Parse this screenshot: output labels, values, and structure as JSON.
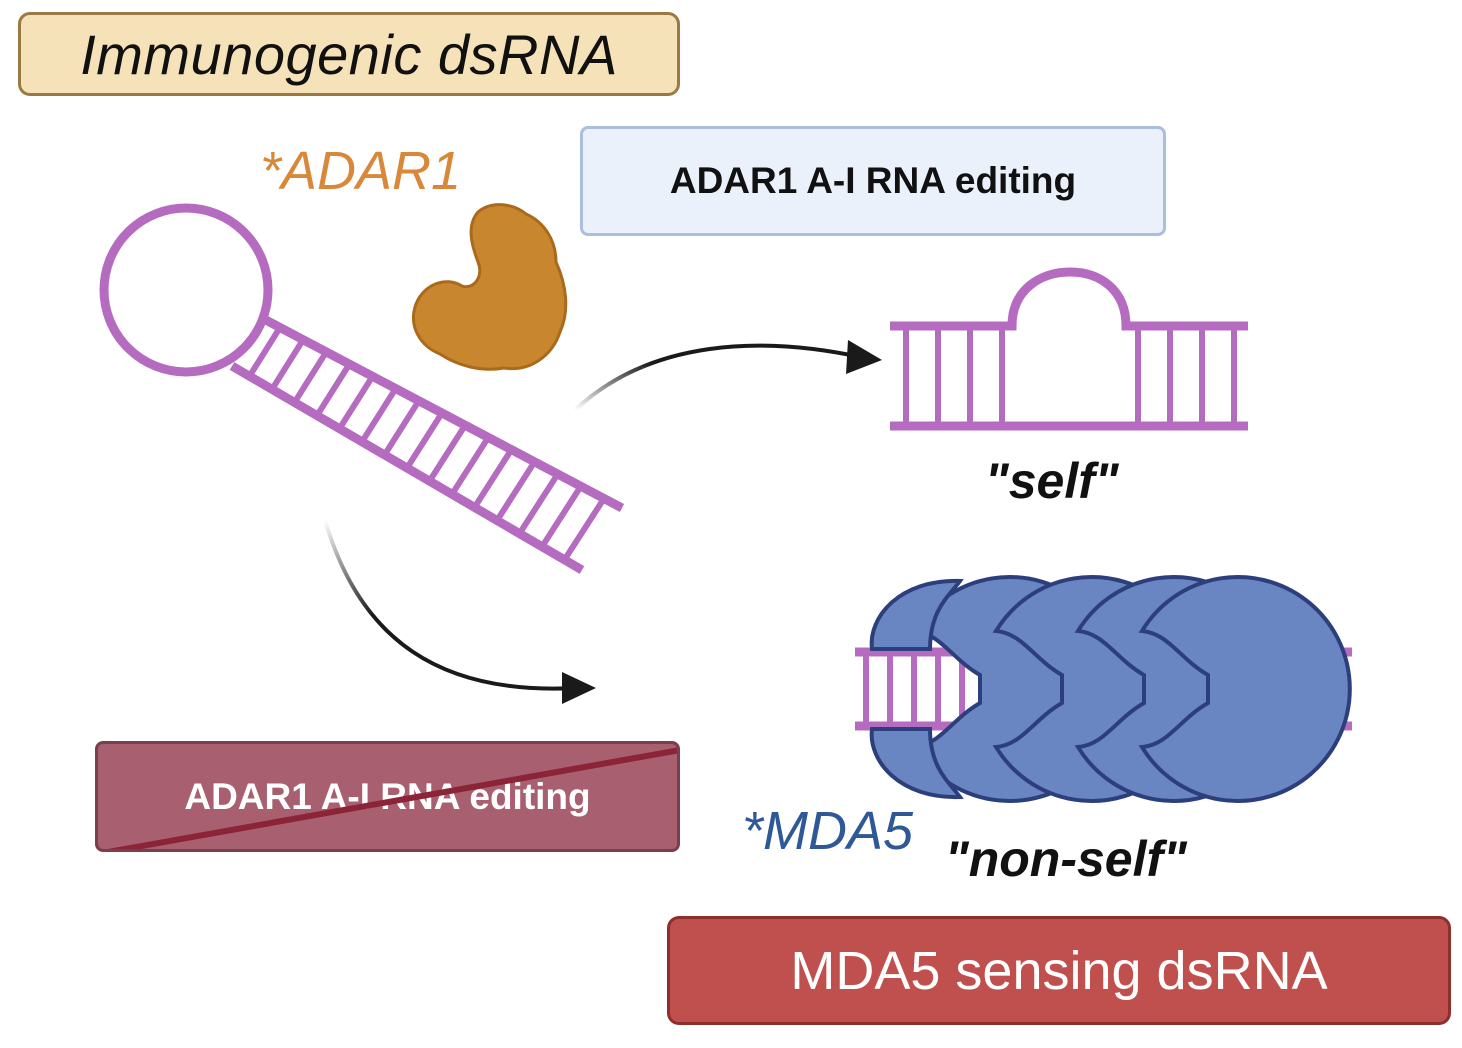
{
  "title": "Immunogenic dsRNA",
  "adar1_label": "*ADAR1",
  "editing_box_label": "ADAR1 A-I RNA editing",
  "no_editing_box_label": "ADAR1 A-I RNA editing",
  "self_label": "\"self\"",
  "mda5_label": "*MDA5",
  "nonself_label": "\"non-self\"",
  "sensing_box_label": "MDA5 sensing dsRNA",
  "colors": {
    "rna": "#b56cc0",
    "adar1": "#c8862e",
    "mda5": "#6a86c2",
    "mda5_outline": "#2c3f7c",
    "arrow": "#1a1a1a"
  }
}
